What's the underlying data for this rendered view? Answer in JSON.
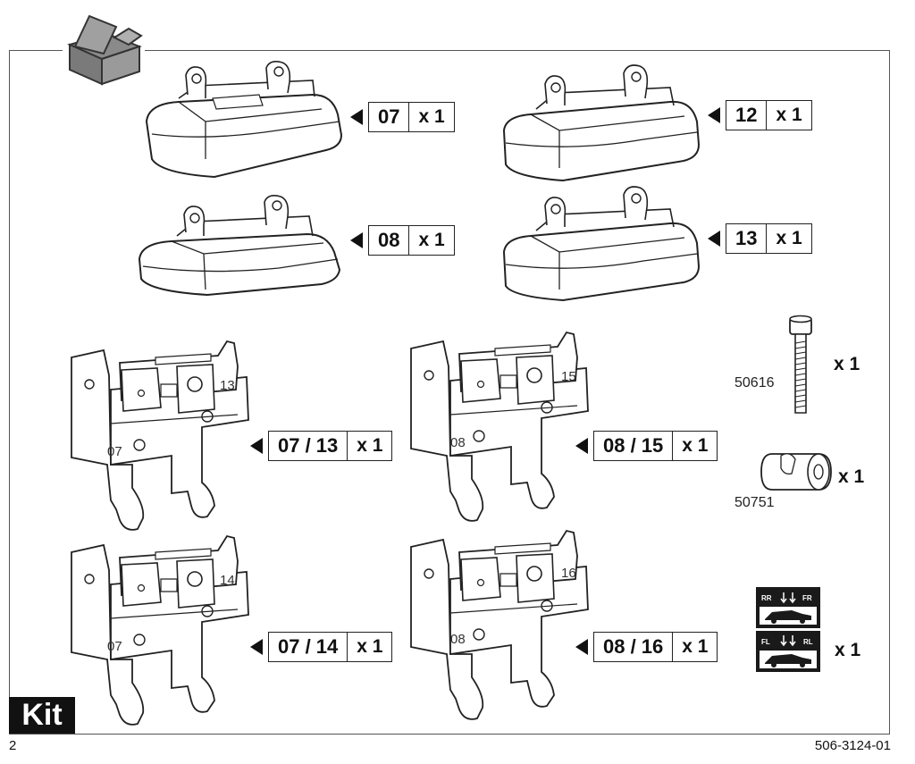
{
  "footer": {
    "kit_badge": "Kit",
    "page_number": "2",
    "document_number": "506-3124-01"
  },
  "feet": [
    {
      "code": "07",
      "qty": "x 1"
    },
    {
      "code": "12",
      "qty": "x 1"
    },
    {
      "code": "08",
      "qty": "x 1"
    },
    {
      "code": "13",
      "qty": "x 1"
    }
  ],
  "brackets": [
    {
      "code": "07 / 13",
      "qty": "x 1",
      "stamp_left": "07",
      "stamp_right": "13"
    },
    {
      "code": "08 / 15",
      "qty": "x 1",
      "stamp_left": "08",
      "stamp_right": "15"
    },
    {
      "code": "07 / 14",
      "qty": "x 1",
      "stamp_left": "07",
      "stamp_right": "14"
    },
    {
      "code": "08 / 16",
      "qty": "x 1",
      "stamp_left": "08",
      "stamp_right": "16"
    }
  ],
  "hardware": [
    {
      "part_number": "50616",
      "qty": "x 1",
      "icon": "bolt-icon"
    },
    {
      "part_number": "50751",
      "qty": "x 1",
      "icon": "sleeve-nut-icon"
    }
  ],
  "sticker": {
    "qty": "x 1",
    "top_labels": [
      "RR",
      "FR"
    ],
    "bottom_labels": [
      "FL",
      "RL"
    ],
    "icon": "position-sticker-icon"
  }
}
